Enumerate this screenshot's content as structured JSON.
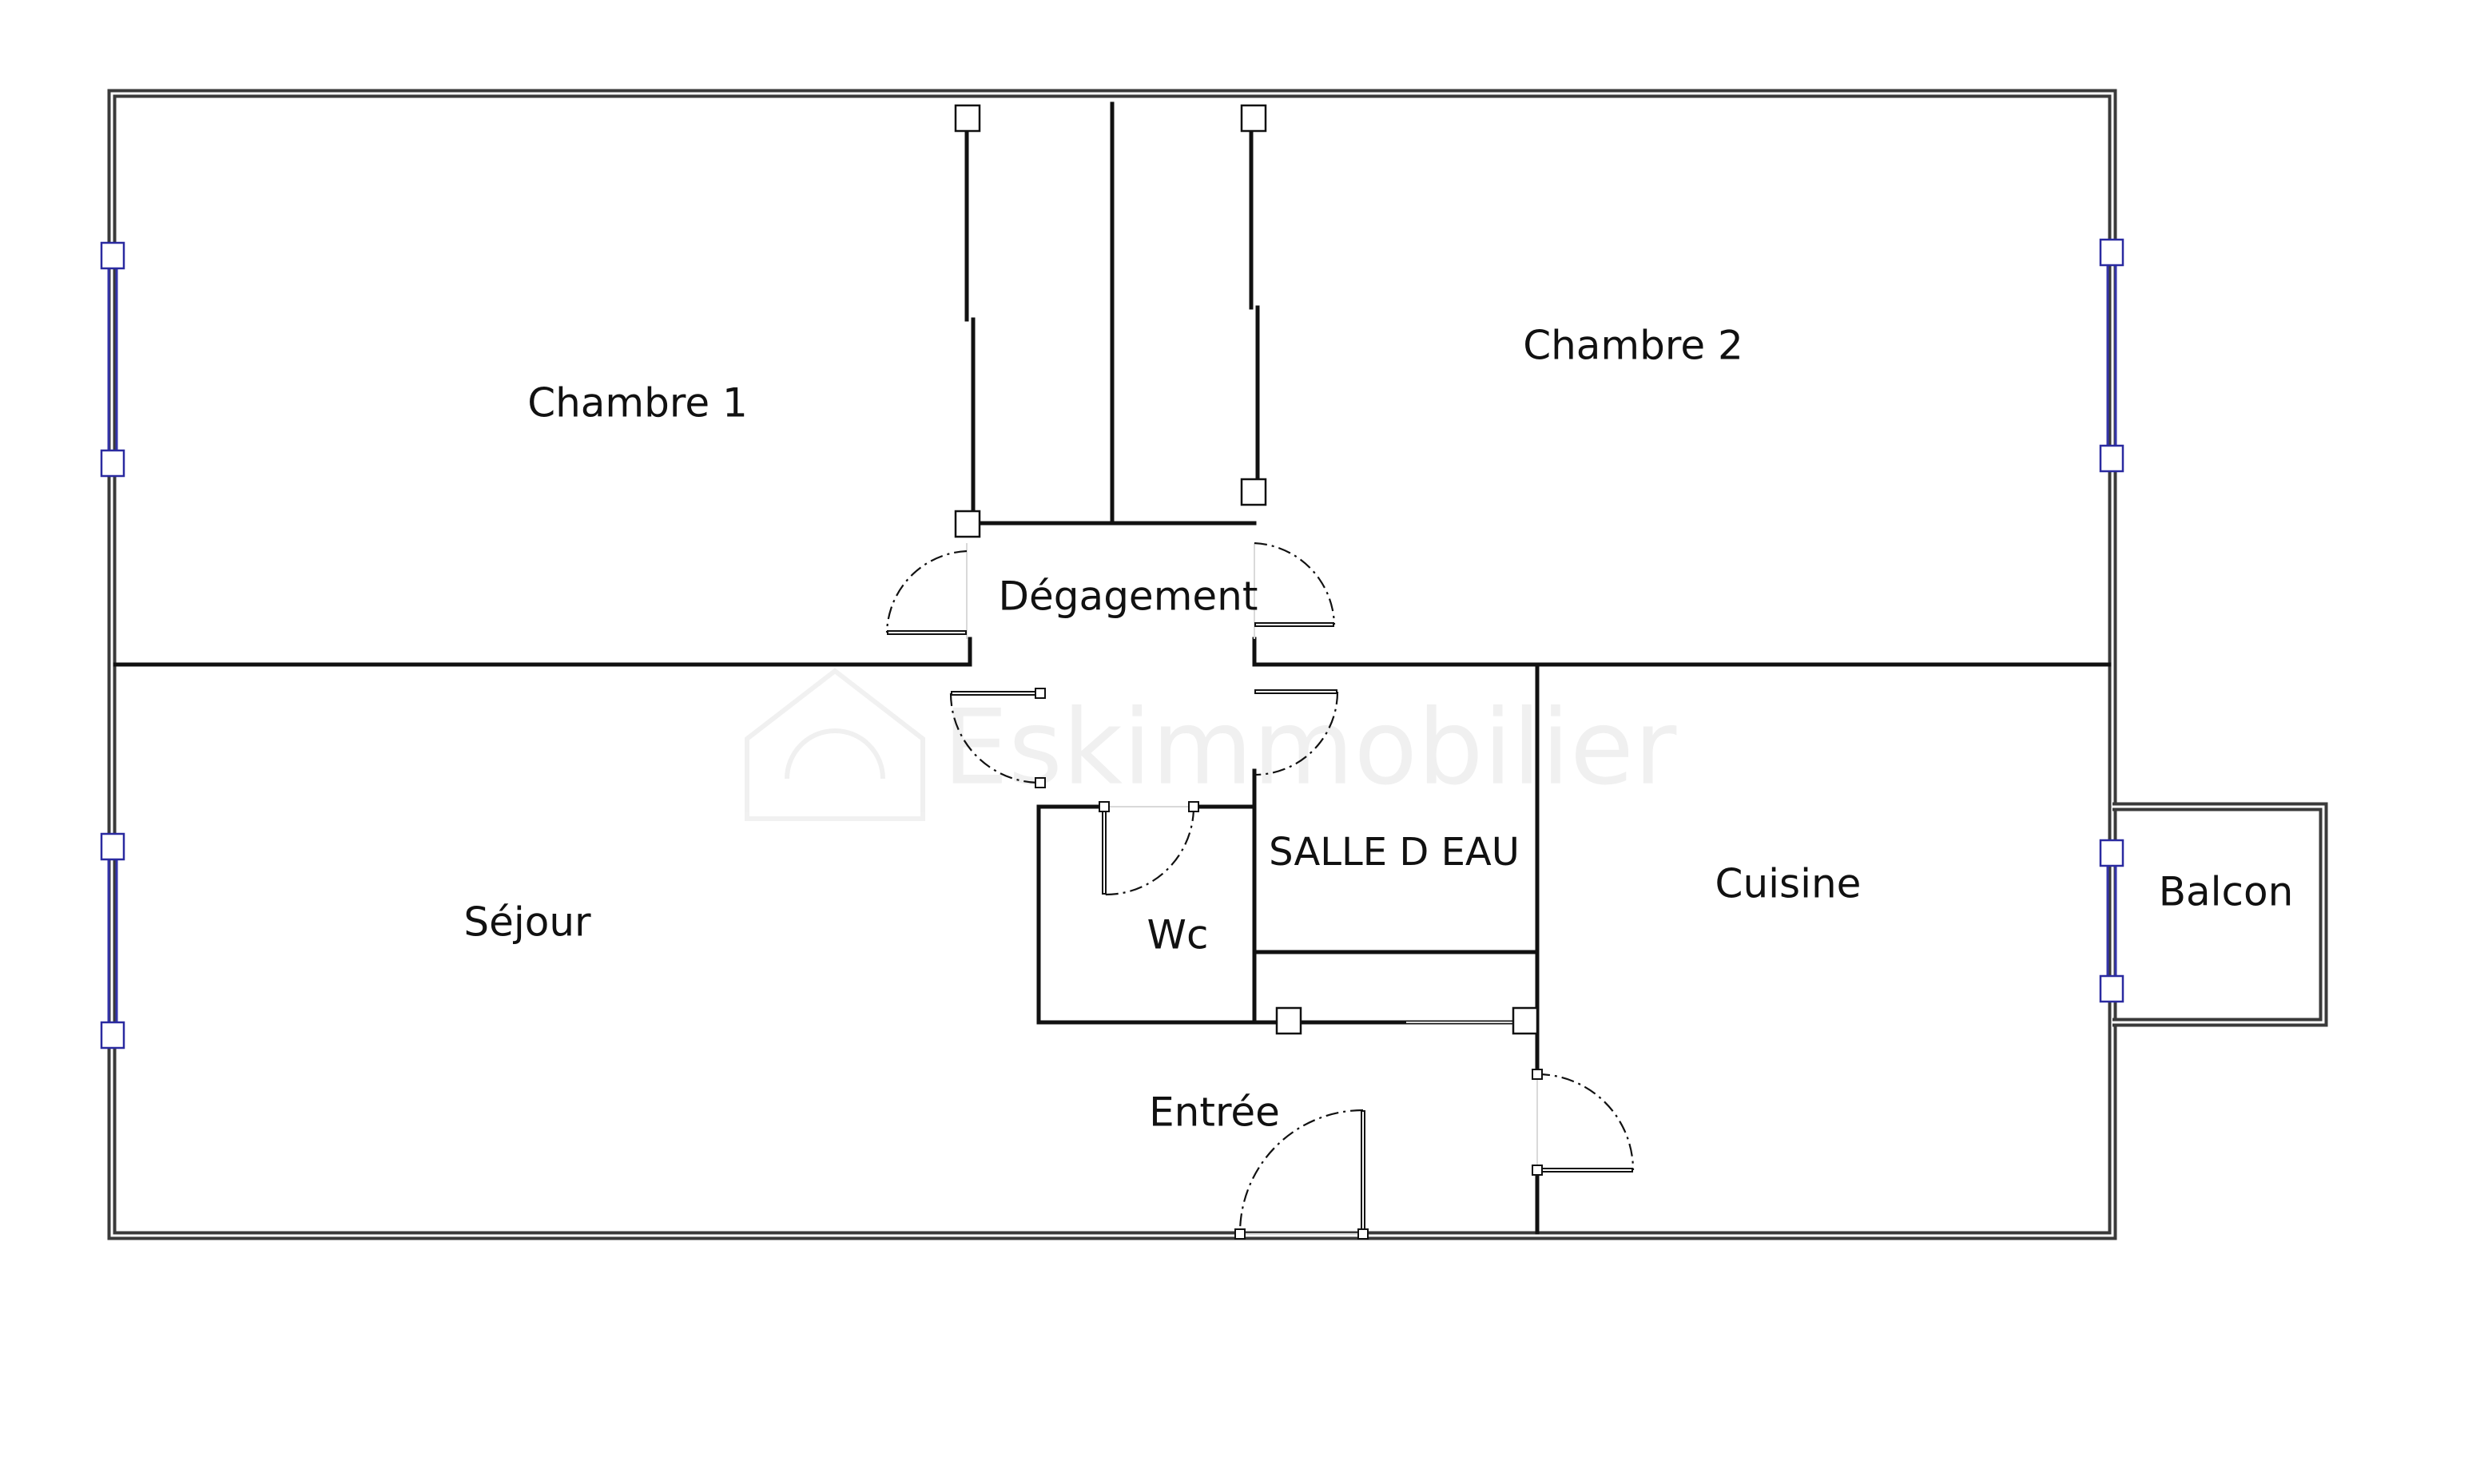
{
  "watermark": "Eskimmobilier",
  "rooms": {
    "chambre1": "Chambre 1",
    "chambre2": "Chambre 2",
    "degagement": "Dégagement",
    "sejour": "Séjour",
    "salle_eau": "SALLE D EAU",
    "wc": "Wc",
    "cuisine": "Cuisine",
    "balcon": "Balcon",
    "entree": "Entrée"
  },
  "colors": {
    "wall": "#111111",
    "exterior_wall": "#3a3a3a",
    "window": "#3333aa"
  }
}
